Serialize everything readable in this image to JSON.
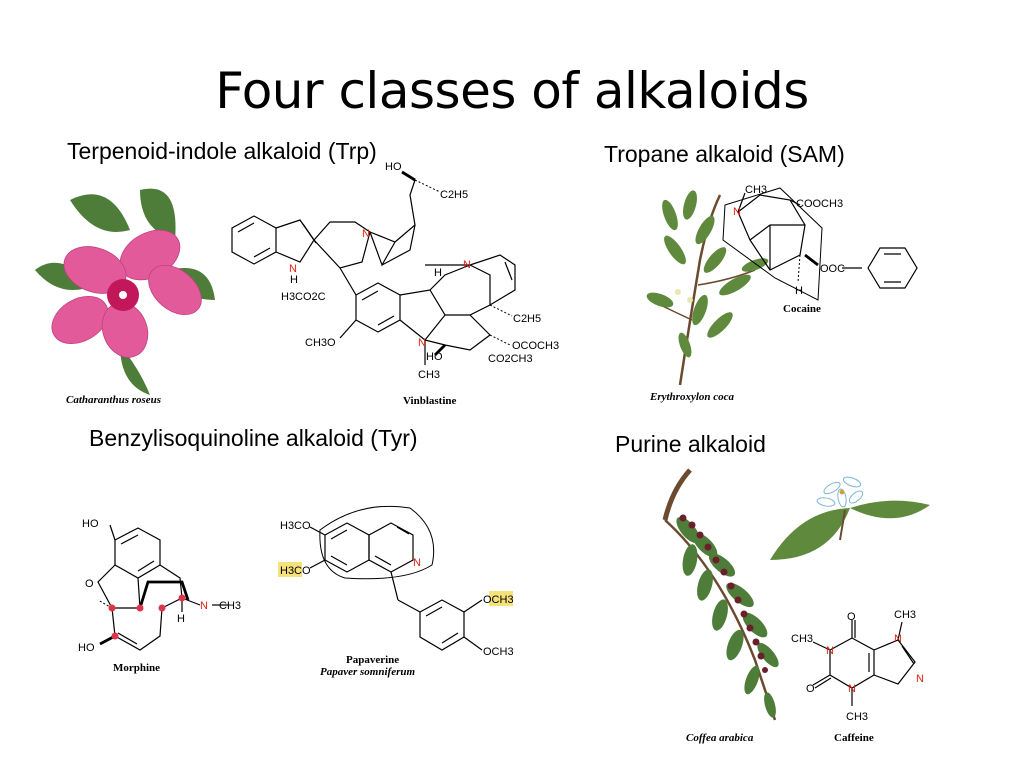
{
  "slide": {
    "title": "Four classes of alkaloids"
  },
  "sections": {
    "terpenoid": {
      "heading": "Terpenoid-indole alkaloid (Trp)",
      "plant_caption": "Catharanthus roseus",
      "compound_caption": "Vinblastine",
      "atom_labels": {
        "ho": "HO",
        "c2h5_top": "C2H5",
        "n_top": "N",
        "n_indole": "N",
        "h_indole": "H",
        "h3co2c": "H3CO2C",
        "h_mid": "H",
        "n_right": "N",
        "c2h5_right": "C2H5",
        "ch3o": "CH3O",
        "n_lower": "N",
        "ococh3": "OCOCH3",
        "ho_lower": "HO",
        "co2ch3": "CO2CH3",
        "ch3_lower": "CH3"
      }
    },
    "tropane": {
      "heading": "Tropane alkaloid (SAM)",
      "plant_caption": "Erythroxylon coca",
      "compound_caption": "Cocaine",
      "atom_labels": {
        "ch3": "CH3",
        "n": "N",
        "cooch3": "COOCH3",
        "ooc": "OOC",
        "h": "H"
      }
    },
    "benzylisoquinoline": {
      "heading": "Benzylisoquinoline alkaloid (Tyr)",
      "compound1_caption": "Morphine",
      "compound2_caption": "Papaverine",
      "plant_caption": "Papaver somniferum",
      "morphine_labels": {
        "ho_top": "HO",
        "o": "O",
        "ho_bottom": "HO",
        "h": "H",
        "n": "N",
        "ch3": "CH3"
      },
      "papaverine_labels": {
        "h3co_top": "H3CO",
        "h3co_hl": "H3CO",
        "n": "N",
        "och3_hl": "OCH3",
        "och3_bottom": "OCH3"
      }
    },
    "purine": {
      "heading": "Purine alkaloid",
      "plant_caption": "Coffea arabica",
      "compound_caption": "Caffeine",
      "atom_labels": {
        "ch3_top": "CH3",
        "o_top": "O",
        "ch3_left": "CH3",
        "n1": "N",
        "n3": "N",
        "n7": "N",
        "n9": "N",
        "o_bottom": "O",
        "ch3_bottom": "CH3"
      }
    }
  },
  "colors": {
    "flower_petal": "#e25a9a",
    "flower_center": "#c2185b",
    "leaf": "#4e7d3a",
    "stem": "#6b4a2f",
    "coffee_berry": "#6b1f2a",
    "highlight": "#f6e27a",
    "nitrogen_label": "#dd2211",
    "morphine_dot": "#e0334a"
  },
  "icons": [
    "flower-illustration",
    "coca-plant-illustration",
    "coffee-plant-illustration",
    "molecule-structure"
  ]
}
